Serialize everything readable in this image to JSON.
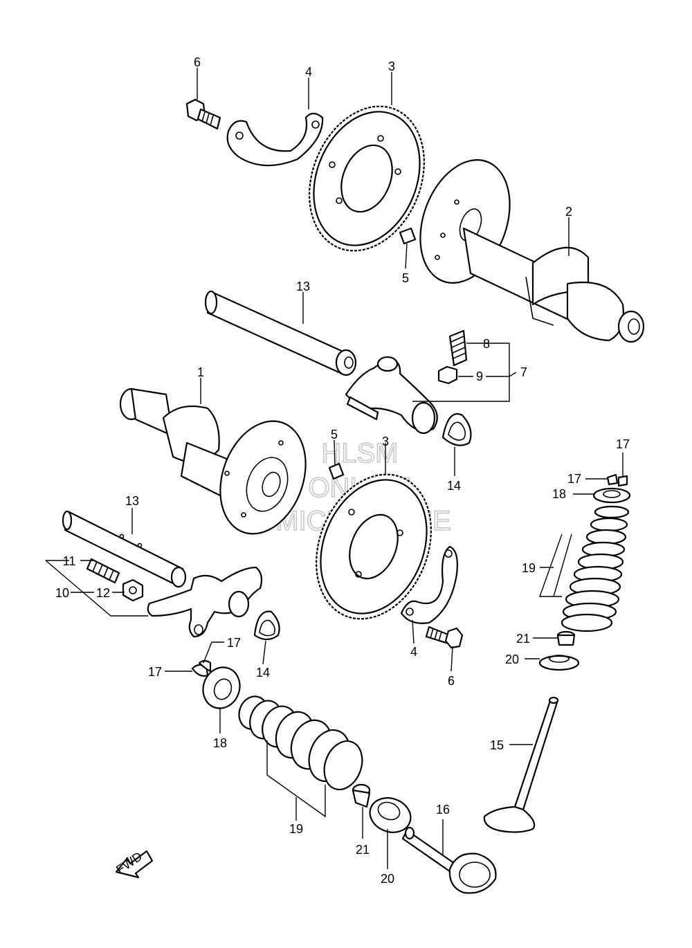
{
  "watermark": {
    "line1": "HLSM",
    "line2": "ONLINE",
    "line3": "MICROFICHE"
  },
  "direction_badge": "FWD",
  "callouts": [
    {
      "id": "c-6a",
      "text": "6"
    },
    {
      "id": "c-4a",
      "text": "4"
    },
    {
      "id": "c-3a",
      "text": "3"
    },
    {
      "id": "c-2",
      "text": "2"
    },
    {
      "id": "c-5a",
      "text": "5"
    },
    {
      "id": "c-13a",
      "text": "13"
    },
    {
      "id": "c-8",
      "text": "8"
    },
    {
      "id": "c-9",
      "text": "9"
    },
    {
      "id": "c-7",
      "text": "7"
    },
    {
      "id": "c-1",
      "text": "1"
    },
    {
      "id": "c-5b",
      "text": "5"
    },
    {
      "id": "c-3b",
      "text": "3"
    },
    {
      "id": "c-14a",
      "text": "14"
    },
    {
      "id": "c-17a",
      "text": "17"
    },
    {
      "id": "c-17b",
      "text": "17"
    },
    {
      "id": "c-18a",
      "text": "18"
    },
    {
      "id": "c-13b",
      "text": "13"
    },
    {
      "id": "c-11",
      "text": "11"
    },
    {
      "id": "c-10",
      "text": "10"
    },
    {
      "id": "c-12",
      "text": "12"
    },
    {
      "id": "c-19a",
      "text": "19"
    },
    {
      "id": "c-21a",
      "text": "21"
    },
    {
      "id": "c-20a",
      "text": "20"
    },
    {
      "id": "c-17c",
      "text": "17"
    },
    {
      "id": "c-14b",
      "text": "14"
    },
    {
      "id": "c-4b",
      "text": "4"
    },
    {
      "id": "c-6b",
      "text": "6"
    },
    {
      "id": "c-17d",
      "text": "17"
    },
    {
      "id": "c-18b",
      "text": "18"
    },
    {
      "id": "c-15",
      "text": "15"
    },
    {
      "id": "c-19b",
      "text": "19"
    },
    {
      "id": "c-16",
      "text": "16"
    },
    {
      "id": "c-21b",
      "text": "21"
    },
    {
      "id": "c-20b",
      "text": "20"
    }
  ]
}
